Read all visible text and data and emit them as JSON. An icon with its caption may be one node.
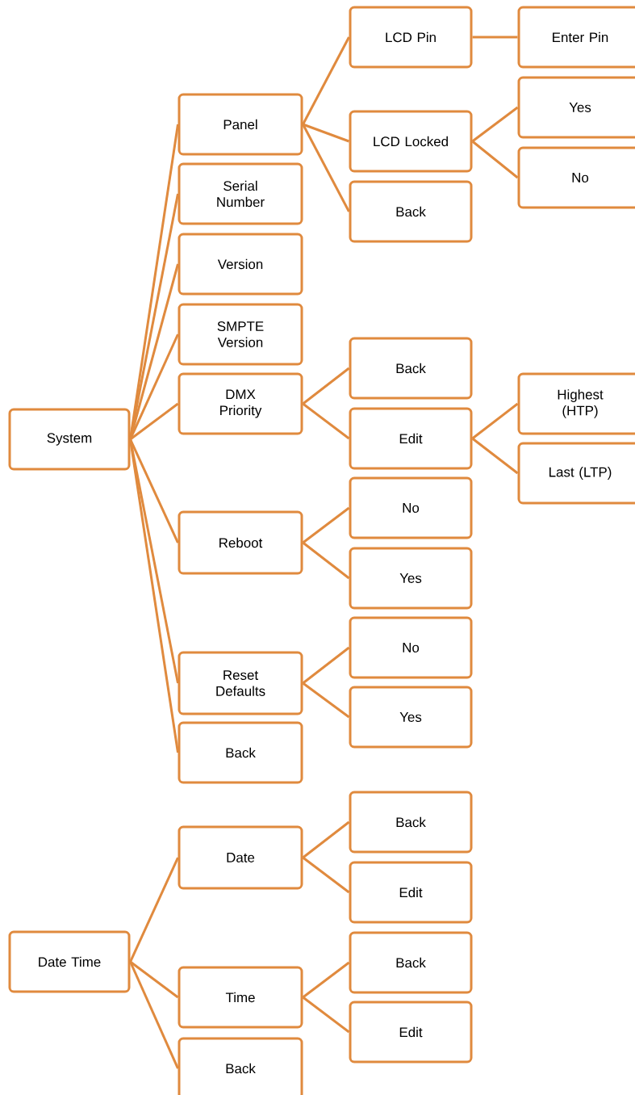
{
  "diagram": {
    "nodes": [
      {
        "text": [
          "System"
        ]
      },
      {
        "text": [
          "Panel"
        ]
      },
      {
        "text": [
          "LCD Pin"
        ]
      },
      {
        "text": [
          "Enter Pin"
        ]
      },
      {
        "text": [
          "LCD Locked"
        ]
      },
      {
        "text": [
          "Yes"
        ]
      },
      {
        "text": [
          "No"
        ]
      },
      {
        "text": [
          "Back"
        ]
      },
      {
        "text": [
          "Serial Number"
        ]
      },
      {
        "text": [
          "Version"
        ]
      },
      {
        "text": [
          "SMPTE Version"
        ]
      },
      {
        "text": [
          "DMX Priority"
        ]
      },
      {
        "text": [
          "Back"
        ]
      },
      {
        "text": [
          "Edit"
        ]
      },
      {
        "text": [
          "Highest (HTP)"
        ]
      },
      {
        "text": [
          "Last (LTP)"
        ]
      },
      {
        "text": [
          "Reboot"
        ]
      },
      {
        "text": [
          "No"
        ]
      },
      {
        "text": [
          "Yes"
        ]
      },
      {
        "text": [
          "Reset Defaults"
        ]
      },
      {
        "text": [
          "No"
        ]
      },
      {
        "text": [
          "Yes"
        ]
      },
      {
        "text": [
          "Back"
        ]
      },
      {
        "text": [
          "Date Time"
        ]
      },
      {
        "text": [
          "Date"
        ]
      },
      {
        "text": [
          "Back"
        ]
      },
      {
        "text": [
          "Edit"
        ]
      },
      {
        "text": [
          "Time"
        ]
      },
      {
        "text": [
          "Back"
        ]
      },
      {
        "text": [
          "Edit"
        ]
      },
      {
        "text": [
          "Back"
        ]
      }
    ],
    "edges": [
      {
        "from": 0,
        "to": 1,
        "arrow": "none"
      },
      {
        "from": 1,
        "to": 2,
        "arrow": "none"
      },
      {
        "from": 2,
        "to": 3,
        "arrow": "none"
      },
      {
        "from": 1,
        "to": 4,
        "arrow": "none"
      },
      {
        "from": 4,
        "to": 5,
        "arrow": "none"
      },
      {
        "from": 4,
        "to": 6,
        "arrow": "none"
      },
      {
        "from": 1,
        "to": 7,
        "arrow": "none"
      },
      {
        "from": 0,
        "to": 8,
        "arrow": "none"
      },
      {
        "from": 0,
        "to": 9,
        "arrow": "none"
      },
      {
        "from": 0,
        "to": 10,
        "arrow": "none"
      },
      {
        "from": 0,
        "to": 11,
        "arrow": "none"
      },
      {
        "from": 11,
        "to": 12,
        "arrow": "none"
      },
      {
        "from": 11,
        "to": 13,
        "arrow": "none"
      },
      {
        "from": 13,
        "to": 14,
        "arrow": "none"
      },
      {
        "from": 13,
        "to": 15,
        "arrow": "none"
      },
      {
        "from": 0,
        "to": 16,
        "arrow": "none"
      },
      {
        "from": 16,
        "to": 17,
        "arrow": "none"
      },
      {
        "from": 16,
        "to": 18,
        "arrow": "none"
      },
      {
        "from": 0,
        "to": 19,
        "arrow": "none"
      },
      {
        "from": 19,
        "to": 20,
        "arrow": "none"
      },
      {
        "from": 19,
        "to": 21,
        "arrow": "none"
      },
      {
        "from": 0,
        "to": 22,
        "arrow": "none"
      },
      {
        "from": 23,
        "to": 24,
        "arrow": "none"
      },
      {
        "from": 24,
        "to": 25,
        "arrow": "none"
      },
      {
        "from": 24,
        "to": 26,
        "arrow": "none"
      },
      {
        "from": 23,
        "to": 27,
        "arrow": "none"
      },
      {
        "from": 27,
        "to": 28,
        "arrow": "none"
      },
      {
        "from": 27,
        "to": 29,
        "arrow": "none"
      },
      {
        "from": 23,
        "to": 30,
        "arrow": "none"
      }
    ]
  }
}
